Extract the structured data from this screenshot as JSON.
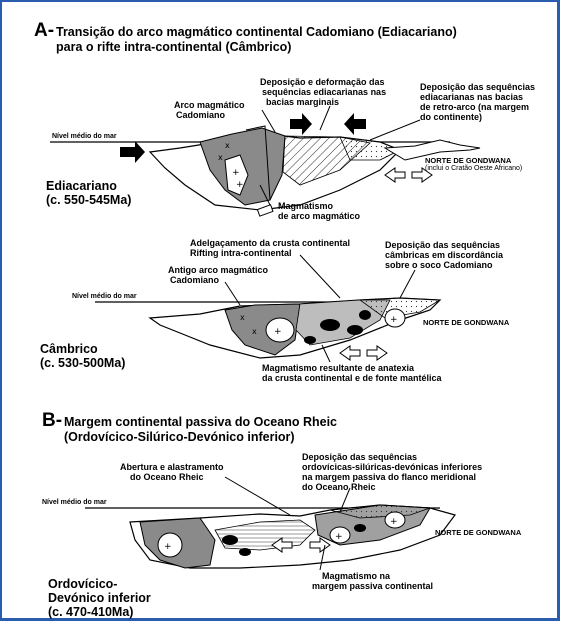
{
  "section_a": {
    "letter": "A-",
    "title_line1": "Transição do arco magmático continental Cadomiano (Ediacariano)",
    "title_line2": "para o rifte intra-continental (Câmbrico)"
  },
  "panel1": {
    "sea_level": "Nível médio do mar",
    "arc_label_1": "Arco magmático",
    "arc_label_2": "Cadomiano",
    "deposition_1": "Deposição e deformação das",
    "deposition_2": "sequências ediacarianas nas",
    "deposition_3": "bacias marginais",
    "backarc_1": "Deposição das sequências",
    "backarc_2": "ediacarianas nas bacias",
    "backarc_3": "de retro-arco (na margem",
    "backarc_4": "do continente)",
    "gondwana": "NORTE DE GONDWANA",
    "gondwana_note": "(inclui o Cratão Oeste Africano)",
    "magmatism_1": "Magmatismo",
    "magmatism_2": "de arco magmático",
    "age_1": "Ediacariano",
    "age_2": "(c. 550-545Ma)"
  },
  "panel2": {
    "thinning": "Adelgaçamento da crusta continental",
    "rifting": "Rifting intra-continental",
    "cambrian_dep_1": "Deposição das sequências",
    "cambrian_dep_2": "câmbricas em discordância",
    "cambrian_dep_3": "sobre o soco Cadomiano",
    "old_arc_1": "Antigo arco magmático",
    "old_arc_2": "Cadomiano",
    "sea_level": "Nível médio do mar",
    "gondwana": "NORTE DE GONDWANA",
    "magmatism_1": "Magmatismo resultante de anatexia",
    "magmatism_2": "da crusta continental e de fonte mantélica",
    "age_1": "Câmbrico",
    "age_2": "(c. 530-500Ma)"
  },
  "section_b": {
    "letter": "B-",
    "title_line1": "Margem continental passiva do Oceano Rheic",
    "title_line2": "(Ordovícico-Silúrico-Devónico inferior)"
  },
  "panel3": {
    "opening_1": "Abertura e alastramento",
    "opening_2": "do Oceano Rheic",
    "deposition_1": "Deposição das sequências",
    "deposition_2": "ordovícicas-silúricas-devónicas inferiores",
    "deposition_3": "na margem passiva do flanco meridional",
    "deposition_4": "do Oceano Rheic",
    "sea_level": "Nível médio do mar",
    "gondwana": "NORTE DE GONDWANA",
    "magmatism_1": "Magmatismo na",
    "magmatism_2": "margem passiva continental",
    "age_1": "Ordovícico-",
    "age_2": "Devónico inferior",
    "age_3": "(c. 470-410Ma)"
  }
}
